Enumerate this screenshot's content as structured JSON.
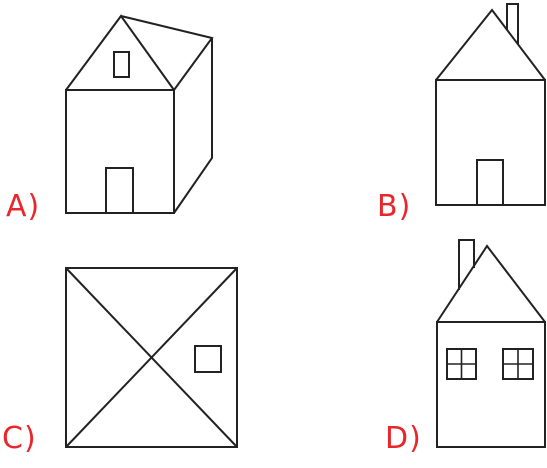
{
  "options": {
    "a": {
      "label": "A)"
    },
    "b": {
      "label": "B)"
    },
    "c": {
      "label": "C)"
    },
    "d": {
      "label": "D)"
    }
  },
  "colors": {
    "label": "#e8262b",
    "line": "#222222",
    "background": "#ffffff"
  }
}
